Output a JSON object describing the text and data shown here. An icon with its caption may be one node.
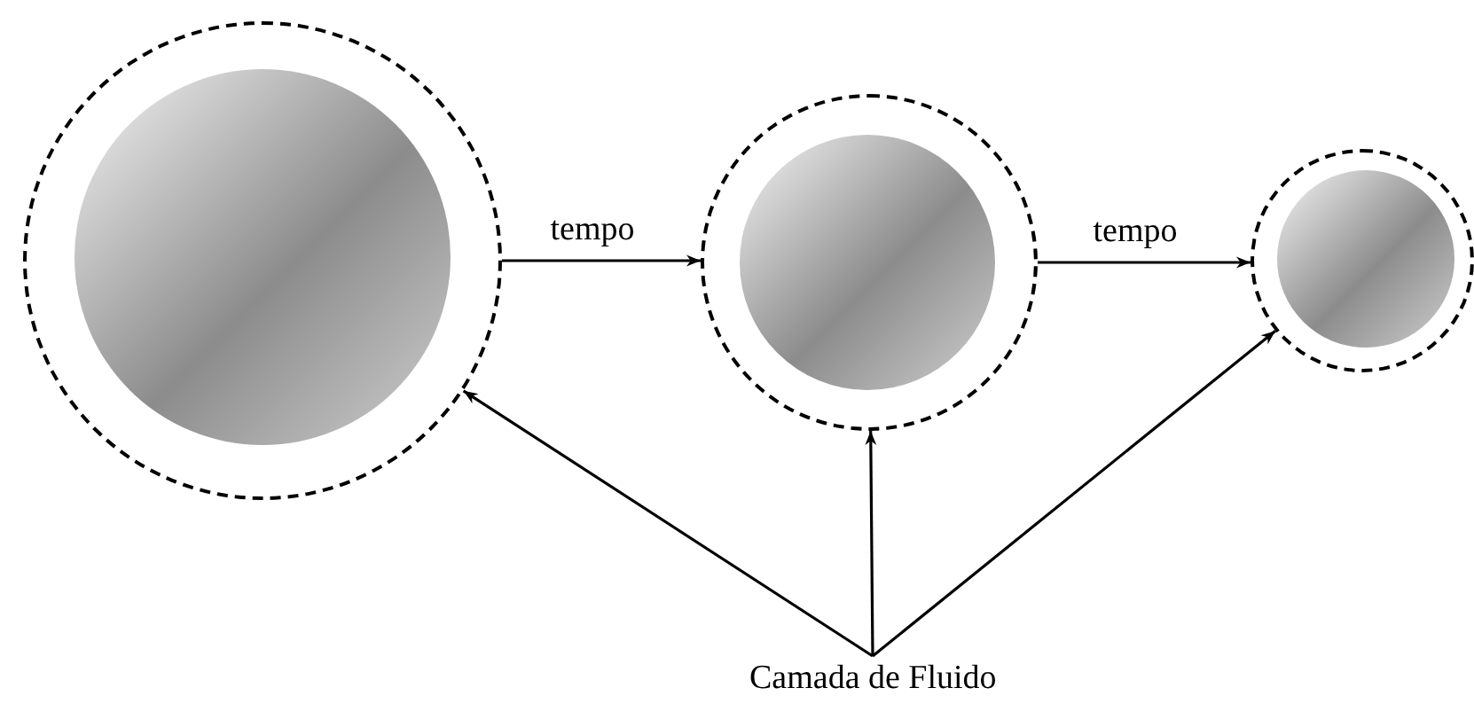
{
  "diagram": {
    "nodes": [
      {
        "text": [],
        "shape": "circle"
      },
      {
        "text": [],
        "shape": "circle",
        "in": 0
      },
      {
        "text": [],
        "shape": "circle"
      },
      {
        "text": [],
        "shape": "circle",
        "in": 2
      },
      {
        "text": [],
        "shape": "circle"
      },
      {
        "text": [],
        "shape": "circle",
        "in": 4
      },
      {
        "text": [
          "Camada de Fluido"
        ]
      }
    ],
    "edges": [
      {
        "from": 0,
        "to": 2,
        "arrow": "to",
        "label": "tempo"
      },
      {
        "from": 2,
        "to": 4,
        "arrow": "to",
        "label": "tempo"
      },
      {
        "from": 6,
        "to": 0,
        "arrow": "to"
      },
      {
        "from": 6,
        "to": 2,
        "arrow": "to"
      },
      {
        "from": 6,
        "to": 4,
        "arrow": "to"
      }
    ]
  }
}
